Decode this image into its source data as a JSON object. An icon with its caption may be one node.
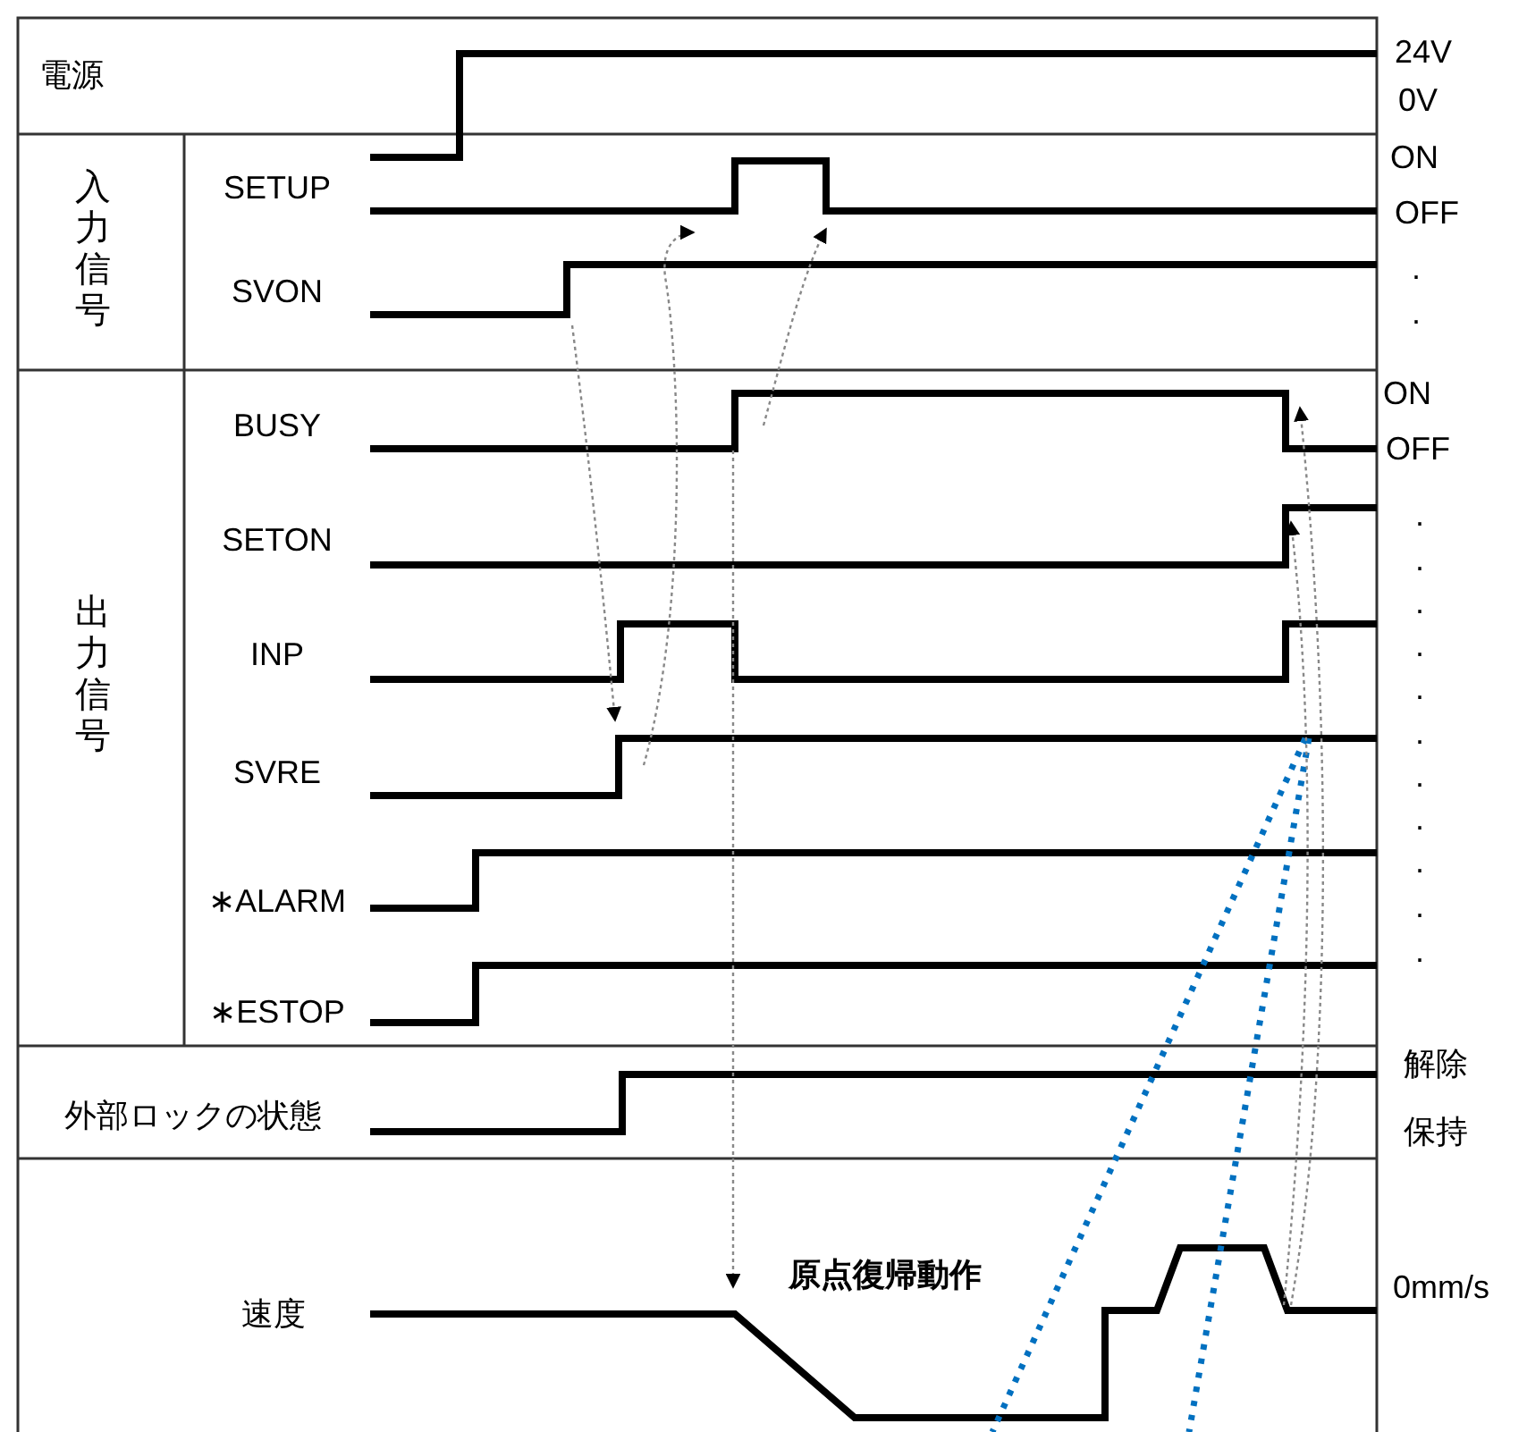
{
  "diagram": {
    "labels": [
      "電源",
      "24V",
      "0V",
      "入力信号",
      "SETUP",
      "ON",
      "OFF",
      "SVON",
      ".",
      ".",
      "出力信号",
      "BUSY",
      "ON",
      "OFF",
      "SETON",
      ".",
      ".",
      "INP",
      ".",
      ".",
      ".",
      "SVRE",
      ".",
      ".",
      ".",
      "∗ALARM",
      ".",
      ".",
      "∗ESTOP",
      ".",
      "外部ロックの状態",
      "解除",
      "保持",
      "原点復帰動作",
      "速度",
      "0mm/s"
    ]
  }
}
